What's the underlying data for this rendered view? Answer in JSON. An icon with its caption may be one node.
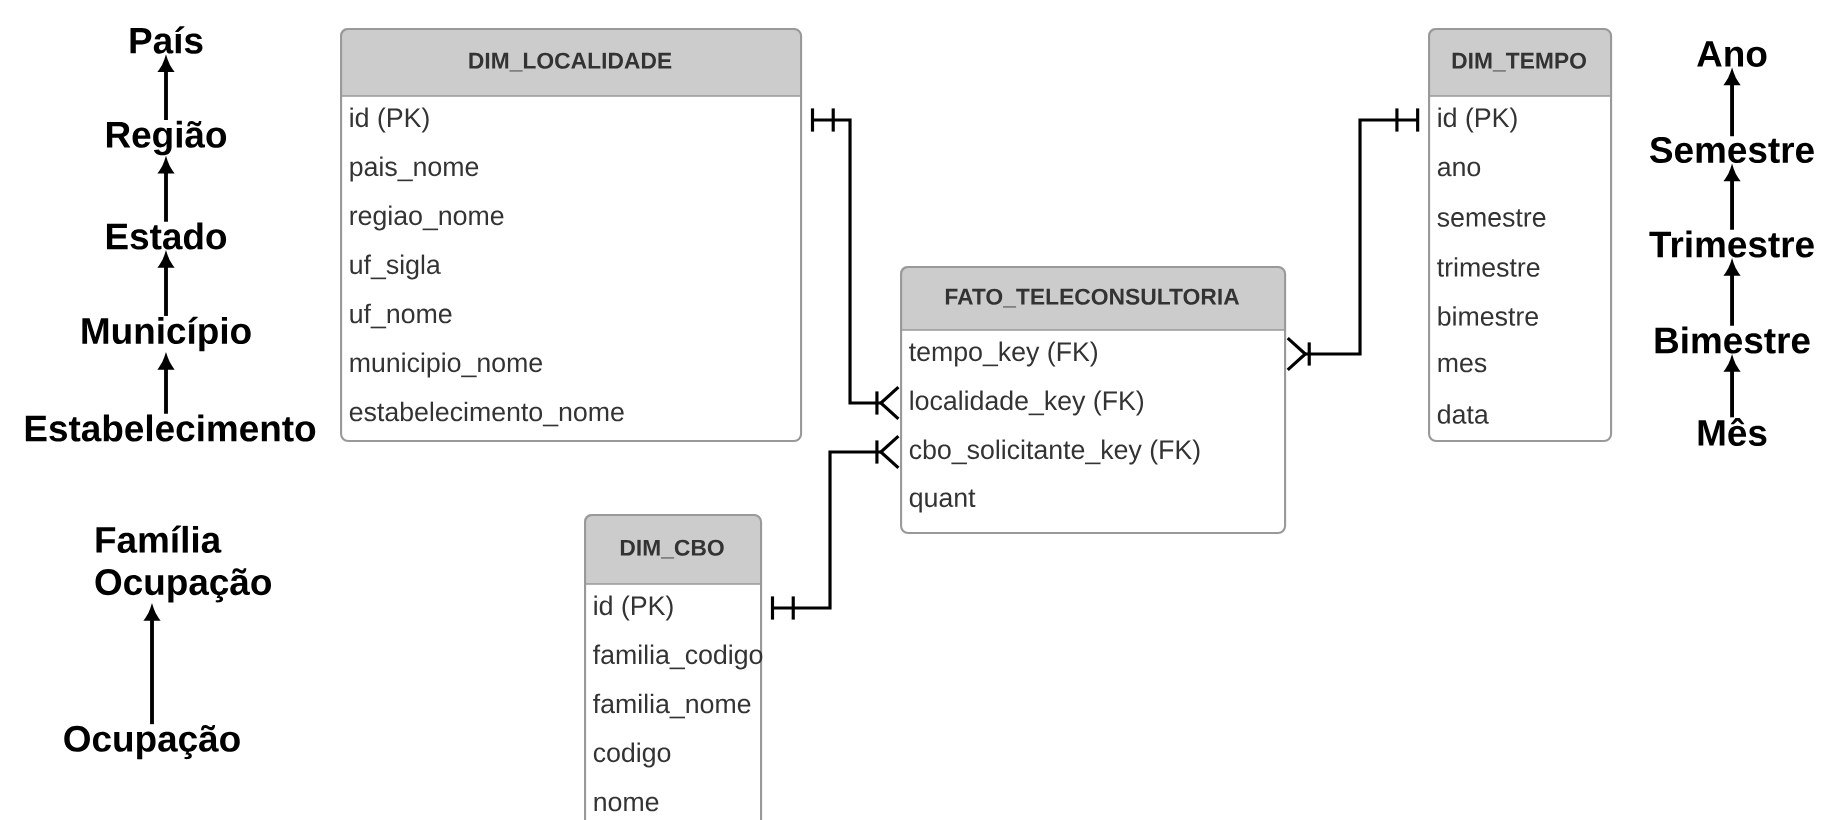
{
  "diagram": {
    "nodes": [
      {
        "text": [
          "DIM_LOCALIDADE",
          "id (PK)",
          "pais_nome",
          "regiao_nome",
          "uf_sigla",
          "uf_nome",
          "municipio_nome",
          "estabelecimento_nome"
        ]
      },
      {
        "text": [
          "FATO_TELECONSULTORIA",
          "tempo_key (FK)",
          "localidade_key (FK)",
          "cbo_solicitante_key (FK)",
          "quant"
        ]
      },
      {
        "text": [
          "DIM_TEMPO",
          "id (PK)",
          "ano",
          "semestre",
          "trimestre",
          "bimestre",
          "mes",
          "data"
        ]
      },
      {
        "text": [
          "DIM_CBO",
          "id (PK)",
          "familia_codigo",
          "familia_nome",
          "codigo",
          "nome"
        ]
      },
      {
        "text": [
          "País"
        ]
      },
      {
        "text": [
          "Região"
        ]
      },
      {
        "text": [
          "Estado"
        ]
      },
      {
        "text": [
          "Município"
        ]
      },
      {
        "text": [
          "Estabelecimento"
        ]
      },
      {
        "text": [
          "Ano"
        ]
      },
      {
        "text": [
          "Semestre"
        ]
      },
      {
        "text": [
          "Trimestre"
        ]
      },
      {
        "text": [
          "Bimestre"
        ]
      },
      {
        "text": [
          "Mês"
        ]
      },
      {
        "text": [
          "Família Ocupação"
        ]
      },
      {
        "text": [
          "Ocupação"
        ]
      }
    ],
    "edges": [
      {
        "from": 0,
        "to": 1,
        "arrow": "other"
      },
      {
        "from": 2,
        "to": 1,
        "arrow": "other"
      },
      {
        "from": 3,
        "to": 1,
        "arrow": "other"
      },
      {
        "from": 5,
        "to": 4,
        "arrow": "to"
      },
      {
        "from": 6,
        "to": 5,
        "arrow": "to"
      },
      {
        "from": 7,
        "to": 6,
        "arrow": "to"
      },
      {
        "from": 8,
        "to": 7,
        "arrow": "to"
      },
      {
        "from": 10,
        "to": 9,
        "arrow": "to"
      },
      {
        "from": 11,
        "to": 10,
        "arrow": "to"
      },
      {
        "from": 12,
        "to": 11,
        "arrow": "to"
      },
      {
        "from": 13,
        "to": 12,
        "arrow": "to"
      },
      {
        "from": 15,
        "to": 14,
        "arrow": "to"
      }
    ]
  }
}
